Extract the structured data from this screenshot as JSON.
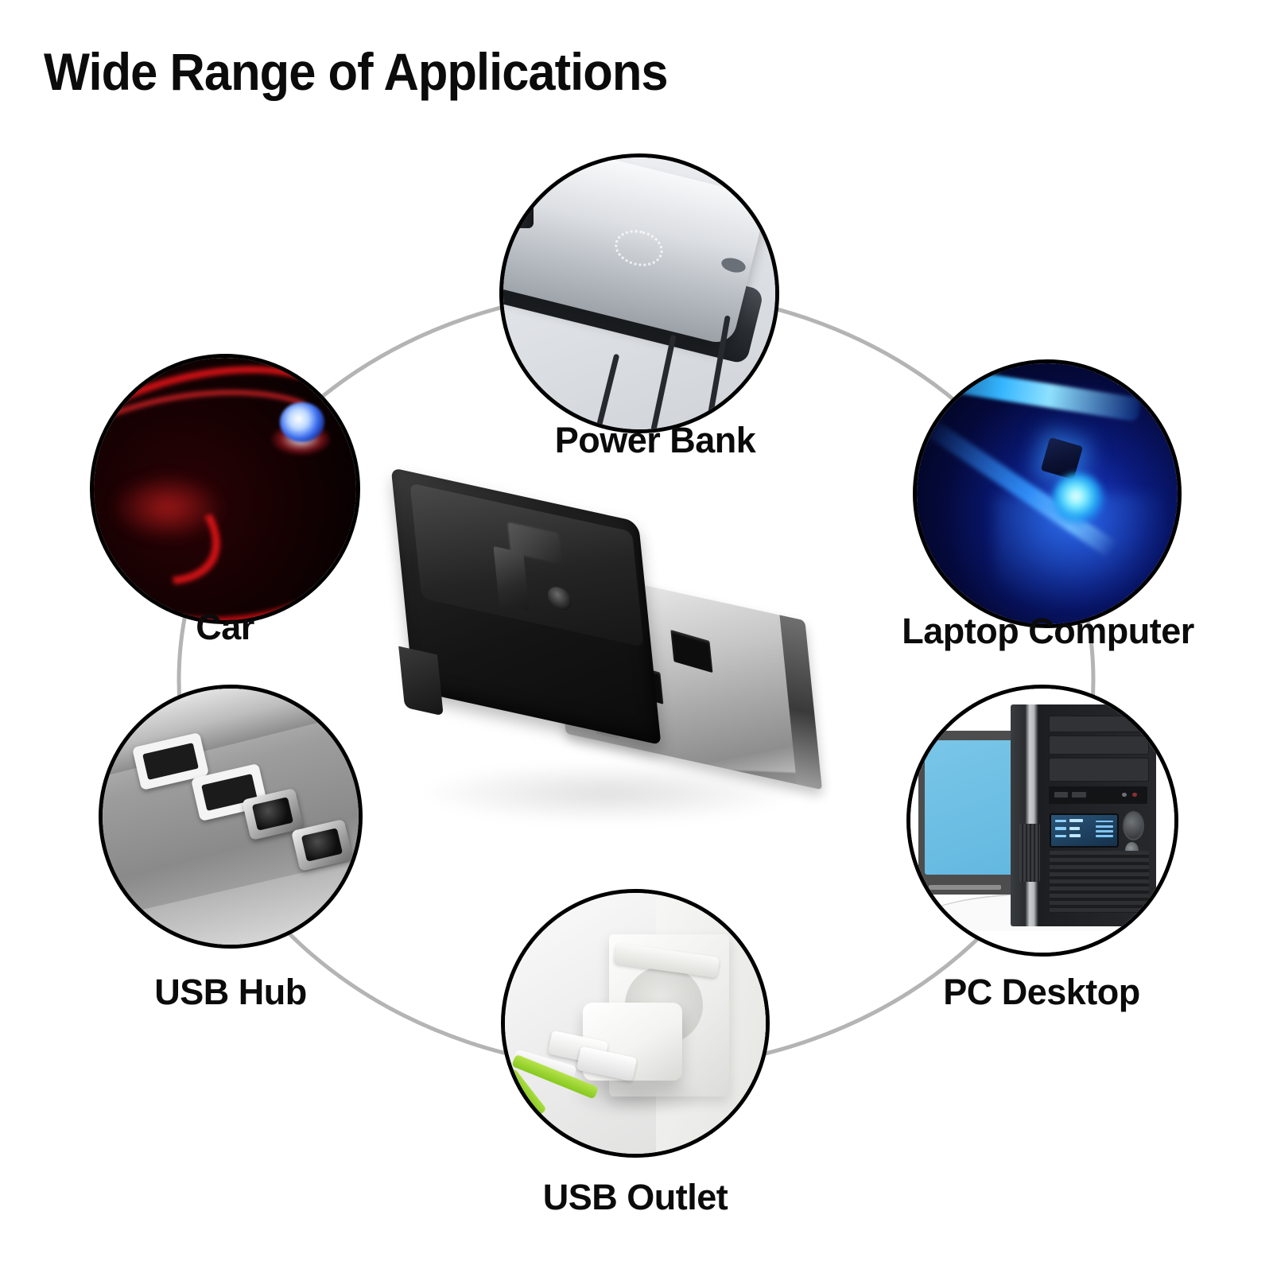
{
  "title": "Wide Range of Applications",
  "accent_colors": {
    "ellipse_stroke": "#b4b4b4",
    "circle_border": "#000000",
    "text": "#0b0b0b",
    "car_red": "#e01216",
    "laptop_blue": "#22a6f5",
    "outlet_green": "#86c81f",
    "background": "#ffffff"
  },
  "product": {
    "name": "usb-led-adapter",
    "housing_color": "#141414",
    "connector_color": "#c6c6c6"
  },
  "applications": [
    {
      "id": "power-bank",
      "label": "Power Bank",
      "scene": "silver power bank with three black charging cables plugged in"
    },
    {
      "id": "laptop-computer",
      "label": "Laptop Computer",
      "scene": "glowing blue LED plugged into dark laptop side port"
    },
    {
      "id": "car",
      "label": "Car",
      "scene": "dark car interior lit with red ambient light streaks"
    },
    {
      "id": "usb-hub",
      "label": "USB Hub",
      "scene": "grayscale metallic USB hub with four ports, two occupied"
    },
    {
      "id": "pc-desktop",
      "label": "PC Desktop",
      "scene": "black PC tower with LCD panel beside a blue monitor"
    },
    {
      "id": "usb-outlet",
      "label": "USB Outlet",
      "scene": "white wall USB charger with green cable plugged in"
    }
  ]
}
